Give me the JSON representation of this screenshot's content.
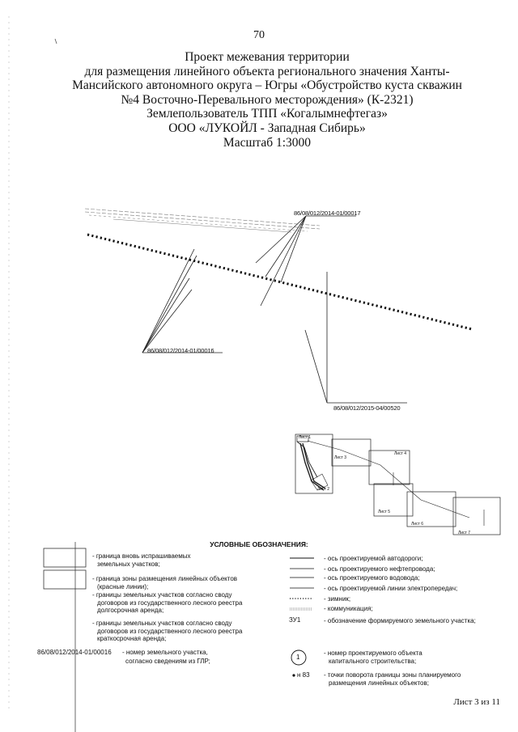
{
  "page_number": "70",
  "title_lines": [
    "Проект межевания территории",
    "для размещения линейного объекта регионального значения Ханты-",
    "Мансийского автономного округа – Югры «Обустройство куста скважин",
    "№4 Восточно-Перевального месторождения» (К-2321)",
    "Землепользователь ТПП «Когалымнефтегаз»",
    "ООО «ЛУКОЙЛ - Западная Сибирь»",
    "Масштаб 1:3000"
  ],
  "parcel_labels": {
    "top": "86/08/012/2014-01/00017",
    "left": "86/08/012/2014-01/00016",
    "right": "86/08/012/2015-04/00520"
  },
  "sheet_index": {
    "sheets": [
      "Лист 1",
      "Лист 2",
      "Лист 3",
      "Лист 4",
      "Лист 5",
      "Лист 6",
      "Лист 7"
    ]
  },
  "legend": {
    "heading": "УСЛОВНЫЕ ОБОЗНАЧЕНИЯ:",
    "left": [
      "- граница вновь испрашиваемых",
      "земельных участков;",
      "- граница зоны размещения линейных объектов",
      "(красные линии);",
      "- границы земельных участков согласно своду",
      "договоров из государственного лесного реестра",
      "долгосрочная аренда;",
      "- границы земельных участков согласно своду",
      "договоров из государственного лесного реестра",
      "краткосрочная аренда;"
    ],
    "parcel_number_sample": "86/08/012/2014-01/00016",
    "parcel_number_desc_1": "- номер земельного участка,",
    "parcel_number_desc_2": "согласно сведениям из ГЛР;",
    "right": [
      "- ось проектируемой автодороги;",
      "- ось проектируемого нефтепровода;",
      "- ось проектируемого водовода;",
      "- ось проектируемой линии электропередач;",
      "- зимник;",
      "- коммуникация;",
      "- обозначение формируемого земельного участка;",
      "- номер проектируемого объекта",
      "капитального строительства;",
      "- точки поворота границы зоны планируемого",
      "размещения линейных объектов;"
    ],
    "zu_sample": "ЗУ1",
    "circle_sample": "1",
    "point_sample": "н 83"
  },
  "sheet_footer": "Лист 3 из 11"
}
